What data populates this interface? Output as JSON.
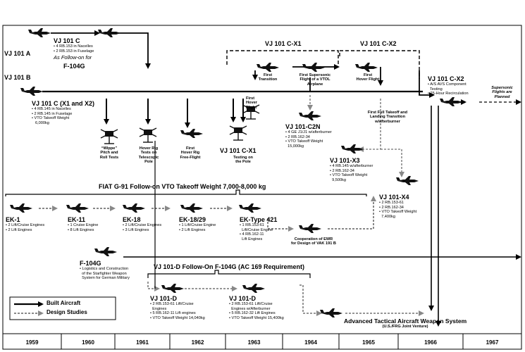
{
  "colors": {
    "line": "#000000",
    "study": "#888888",
    "aircraft_fill": "#111111"
  },
  "vj101a": "VJ 101 A",
  "vj101b": "VJ 101 B",
  "vj101c_top": {
    "title": "VJ 101  C",
    "lines": [
      "• 4 RB.153 in Nacelles",
      "• 2 RB.153 in Fuselage"
    ],
    "followon": "As Follow-on for",
    "f104g": "F-104G"
  },
  "vj101c_x12": {
    "title": "VJ 101 C (X1 and X2)",
    "lines": [
      "• 4 RB.145 in Nacelles",
      "• 2 RB.145 in Fuselage",
      "• VTO Takeoff Weight"
    ],
    "weight": "6,000kg"
  },
  "rigs": {
    "wippe": "“Wippe”\nPitch and\nRoll Tests",
    "hover_rig": "Hover Rig\nTests on\nTelescopic\nPole",
    "first_hover_rig": "First\nHover Rig\nFree-Flight",
    "cx1_pole_title": "VJ 101  C-X1",
    "cx1_pole": "Testing on\nthe Pole",
    "first_hover_flight": "First\nHover\nFlight"
  },
  "cx1_header": "VJ 101  C-X1",
  "cx2_header": "VJ 101  C-X2",
  "first_transition": "First\nTransition",
  "first_supersonic": "First Supersonic\nFlight of a VTOL\nAirplane",
  "first_hover_flight_cx2": "First\nHover Flight",
  "cx2_right": {
    "title": "VJ 101  C-X2",
    "lines": [
      "• A/S AVS Component",
      "  Testing",
      "• 25-Hour Recirculation"
    ]
  },
  "supersonic_planned": "Supersonic\nFlights are\nPlanned",
  "first_full_takeoff": "First Full Takeoff and\nLanding Transition\nw/afterburner",
  "c2n": {
    "title": "VJ 101-C2N",
    "lines": [
      "• 4 GE J1/J1 w/afterburner",
      "• 2 RB.162-34",
      "• VTO Takeoff Weight",
      "  15,000kg"
    ]
  },
  "x3": {
    "title": "VJ 101-X3",
    "lines": [
      "• 4 RB.145 w/afterburner",
      "• 2 RB.162-34",
      "• VTO Takeoff Weight",
      "  9,500kg"
    ]
  },
  "x4": {
    "title": "VJ 101-X4",
    "lines": [
      "• 2 RB.153-61",
      "• 2 RB.162-34",
      "• VTO Takeoff Weight",
      "  7,400kg"
    ]
  },
  "fiat_title": "FIAT G-91 Follow-on VTO Takeoff Weight 7,000-8,000 kg",
  "ek": [
    {
      "title": "EK-1",
      "lines": [
        "• 2 Lift/Cruise Engines",
        "• 2 Lift Engines"
      ]
    },
    {
      "title": "EK-11",
      "lines": [
        "• 1 Cruise Engine",
        "• 8 Lift Engines"
      ]
    },
    {
      "title": "EK-18",
      "lines": [
        "• 2 Lift/Cruise Engines",
        "• 3 Lift Engines"
      ]
    },
    {
      "title": "EK-18/29",
      "lines": [
        "• 1 Lift/Cruise Engine",
        "• 2 Lift Engines"
      ]
    },
    {
      "title": "EK-Type 421",
      "lines": [
        "• 1 RB.153-61",
        "  Lift/Cruise Engine",
        "• 4 RB.162-11",
        "  Lift Engines"
      ]
    }
  ],
  "ewr": "Cooperation of EWR\nfor Design of VAK 191 B",
  "f104g_lower": {
    "title": "F-104G",
    "lines": [
      "• Logistics and Construction",
      "  of the Starfighter Weapon",
      "  System for German Military"
    ]
  },
  "vj101d_title": "VJ 101-D Follow-On F-104G (AC 169 Requirement)",
  "d1": {
    "title": "VJ 101-D",
    "lines": [
      "• 2 RB.153-61 Lift/Cruise",
      "  Engines",
      "• 5 RB.162-11 Lift engines",
      "• VTO Takeoff Weight 14,040kg"
    ]
  },
  "d2": {
    "title": "VJ 101-D",
    "lines": [
      "• 2 RB.153-61 Lift/Cruise",
      "  Engines w/Afterburner",
      "• 5 RB.162-32 Lift Engines",
      "• VTO Takeoff Weight 15,400kg"
    ]
  },
  "atws": {
    "title": "Advanced Tactical Aircraft Weapon System",
    "sub": "(U.S./FRG Joint Venture)"
  },
  "legend": {
    "built": "Built Aircraft",
    "design": "Design Studies"
  },
  "years": [
    "1959",
    "1960",
    "1961",
    "1962",
    "1963",
    "1964",
    "1965",
    "1966",
    "1967"
  ]
}
